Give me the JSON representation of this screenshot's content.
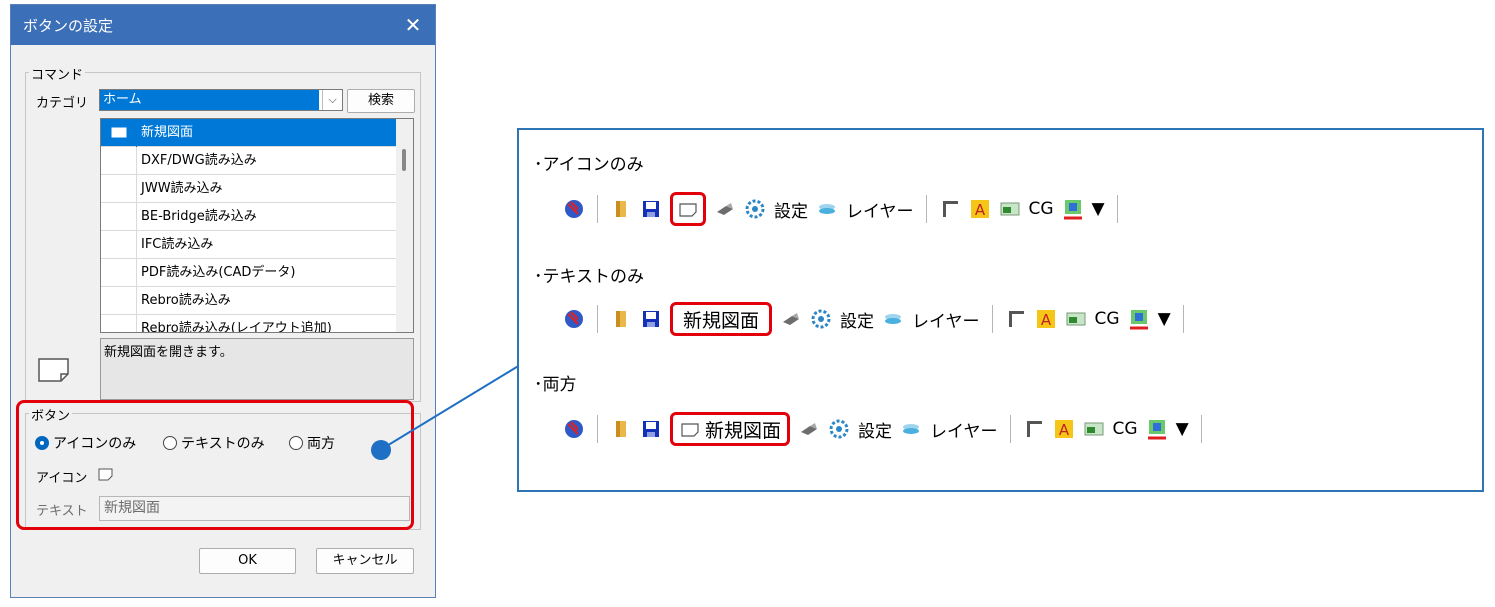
{
  "dialog": {
    "title": "ボタンの設定",
    "command_group": "コマンド",
    "category_label": "カテゴリ",
    "category_value": "ホーム",
    "search_button": "検索",
    "commands": [
      "新規図面",
      "DXF/DWG読み込み",
      "JWW読み込み",
      "BE-Bridge読み込み",
      "IFC読み込み",
      "PDF読み込み(CADデータ)",
      "Rebro読み込み",
      "Rebro読み込み(レイアウト追加)"
    ],
    "description": "新規図面を開きます。",
    "button_group": "ボタン",
    "radio_icon_only": "アイコンのみ",
    "radio_text_only": "テキストのみ",
    "radio_both": "両方",
    "icon_label": "アイコン",
    "text_label": "テキスト",
    "text_value": "新規図面",
    "ok_button": "OK",
    "cancel_button": "キャンセル"
  },
  "panel": {
    "icon_only_heading": "･アイコンのみ",
    "text_only_heading": "･テキストのみ",
    "both_heading": "･両方",
    "settings_label": "設定",
    "layer_label": "レイヤー",
    "cg_label": "CG",
    "new_drawing_label": "新規図面"
  },
  "colors": {
    "titlebar": "#3b6fb8",
    "selection": "#0078d7",
    "highlight_red": "#e2000a",
    "panel_border": "#2e75b6",
    "connector": "#1f6fc4"
  }
}
